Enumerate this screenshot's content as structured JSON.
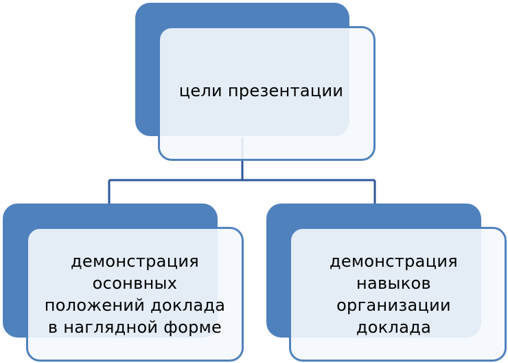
{
  "diagram": {
    "root": {
      "label": "цели презентации"
    },
    "children": [
      {
        "label": "демонстрация\nосонвных\nположений доклада\nв наглядной форме"
      },
      {
        "label": "демонстрация\nнавыков\nорганизации\nдоклада"
      }
    ]
  },
  "colors": {
    "primary": "#4f81bd",
    "connector": "#2e5597",
    "node_fill": "#f4f7fc",
    "text": "#000000"
  }
}
